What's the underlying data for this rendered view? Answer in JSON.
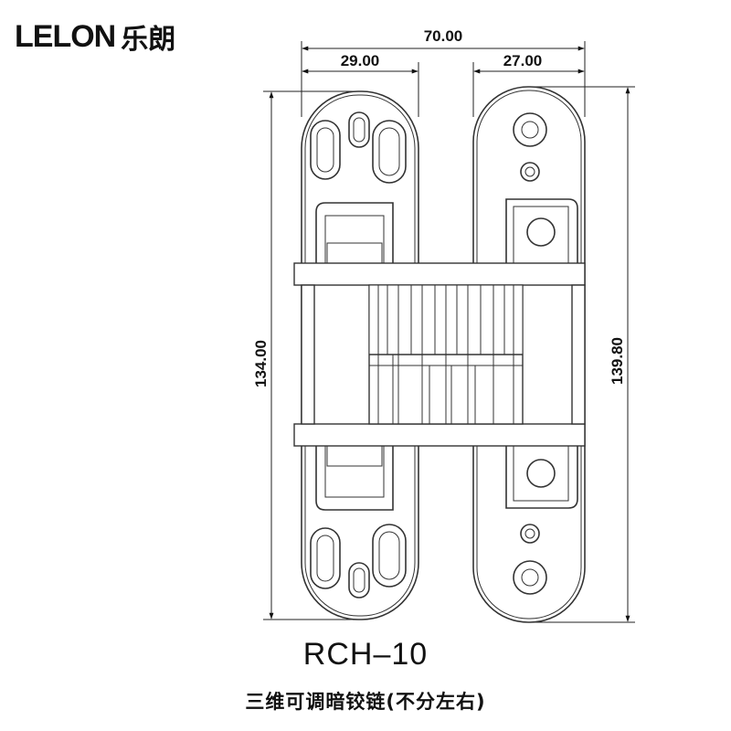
{
  "brand": {
    "latin": "LELON",
    "cjk": "乐朗"
  },
  "dimensions": {
    "total_width": "70.00",
    "left_leaf_width": "29.00",
    "right_leaf_width": "27.00",
    "left_height": "134.00",
    "right_height": "139.80"
  },
  "model": "RCH–10",
  "subtitle": "三维可调暗铰链(不分左右)"
}
